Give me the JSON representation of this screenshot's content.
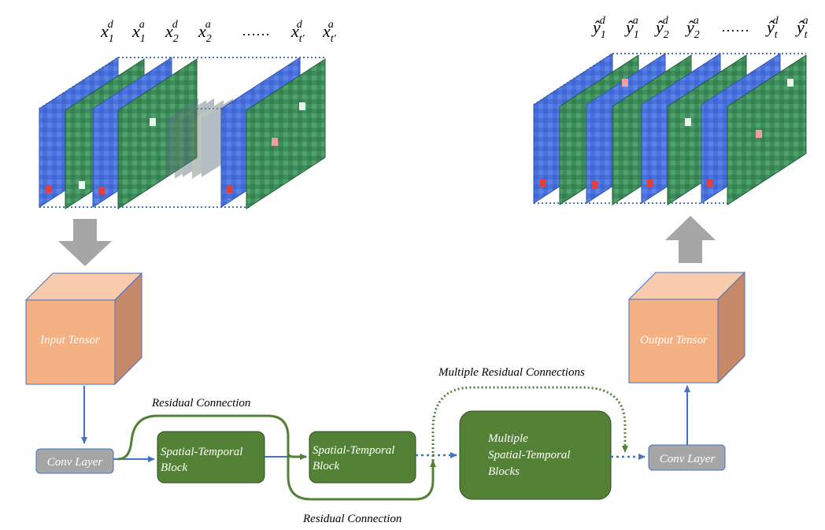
{
  "input_sequence_labels": [
    "x_1^d",
    "x_1^a",
    "x_2^d",
    "x_2^a",
    "……",
    "x_{t'}^d",
    "x_{t'}^a"
  ],
  "output_sequence_labels": [
    "ŷ_1^d",
    "ŷ_1^a",
    "ŷ_2^d",
    "ŷ_2^a",
    "……",
    "ŷ_t^d",
    "ŷ_t^a"
  ],
  "input_tensor_label": "Input Tensor",
  "output_tensor_label": "Output Tensor",
  "conv_layer_in_label": "Conv Layer",
  "conv_layer_out_label": "Conv Layer",
  "block1_label": [
    "Spatial-Temporal",
    "Block"
  ],
  "block2_label": [
    "Spatial-Temporal",
    "Block"
  ],
  "block3_label": [
    "Multiple",
    "Spatial-Temporal",
    "Blocks"
  ],
  "residual_top_label": "Residual Connection",
  "residual_bottom_label": "Residual Connection",
  "multi_residual_label": "Multiple Residual Connections",
  "colors": {
    "tensor_front": "#F4B183",
    "tensor_top": "#F8CBAD",
    "tensor_side": "#C5896A",
    "block_green": "#538135",
    "conv_gray": "#A6A6A6",
    "arrow_blue": "#4472C4",
    "frame_blue": "#4472C4",
    "frame_green": "#3A8A5A",
    "big_arrow_gray": "#A6A6A6"
  }
}
